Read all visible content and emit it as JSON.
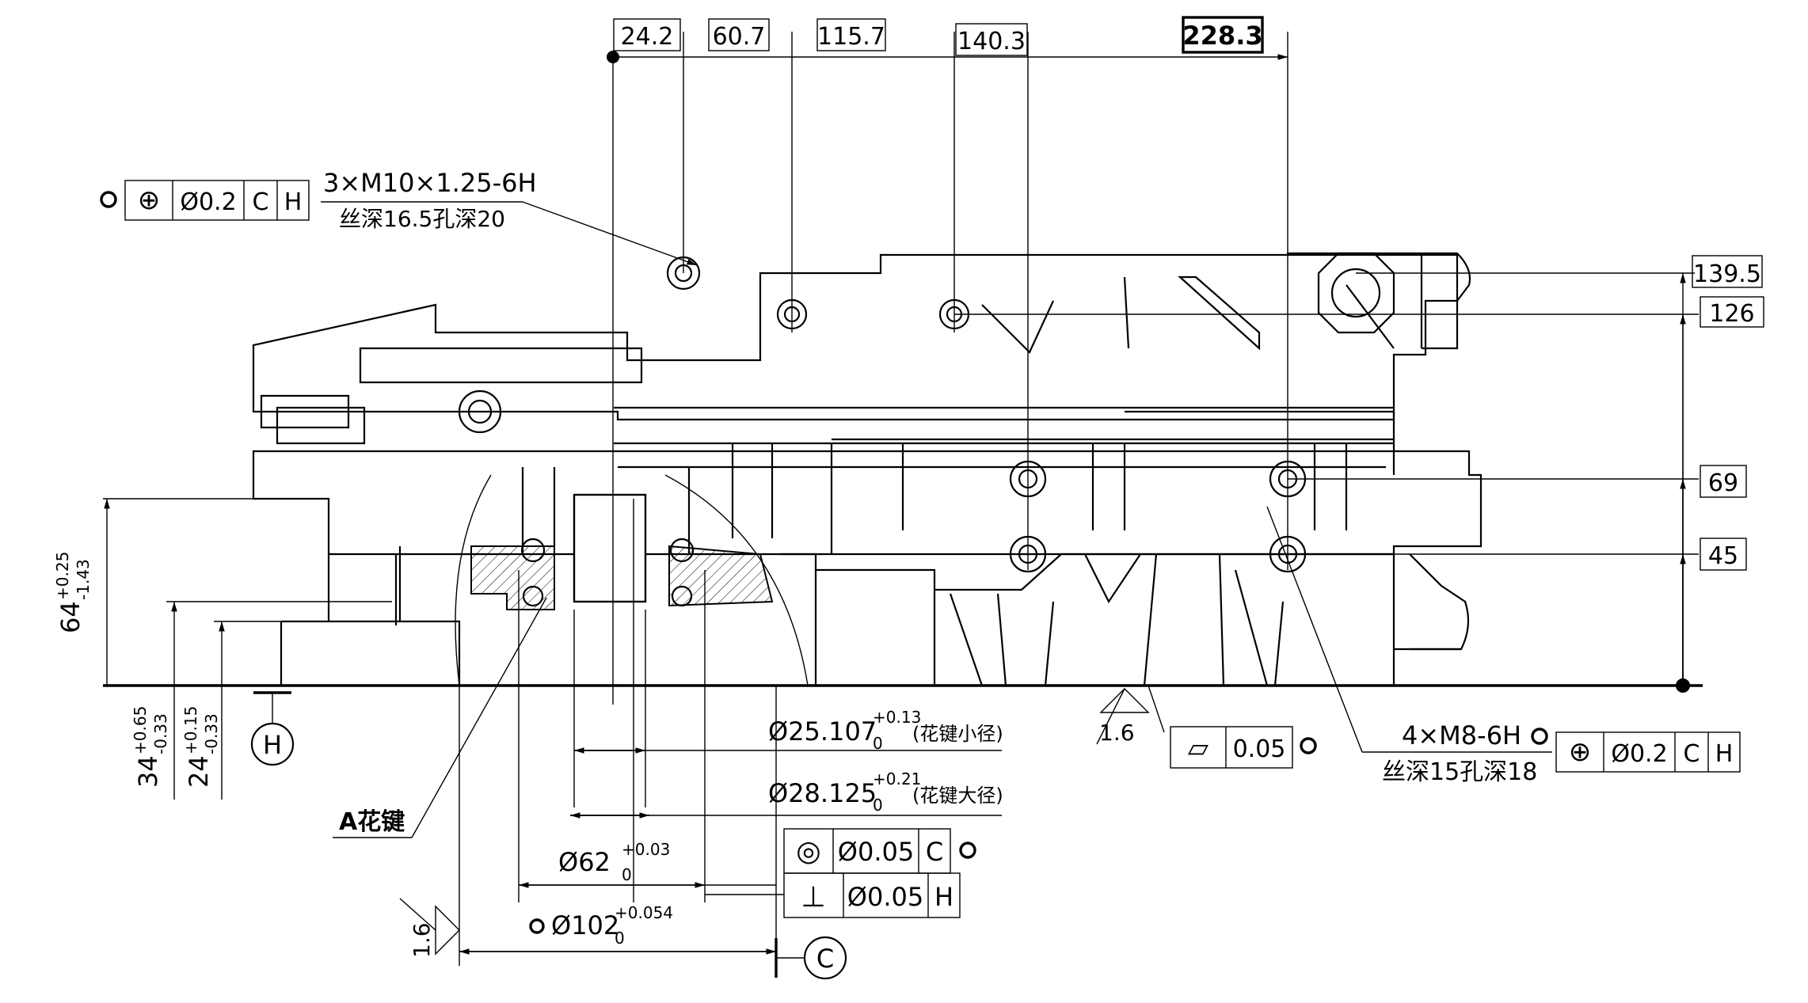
{
  "top_dimensions": [
    "24.2",
    "60.7",
    "115.7",
    "140.3",
    "228.3"
  ],
  "right_dimensions": [
    "139.5",
    "126",
    "69",
    "45"
  ],
  "left_dimensions": {
    "d64": {
      "base": "64",
      "upper": "+0.25",
      "lower": "-1.43"
    },
    "d34": {
      "base": "34",
      "upper": "+0.65",
      "lower": "-0.33"
    },
    "d24": {
      "base": "24",
      "upper": "+0.15",
      "lower": "-0.33"
    }
  },
  "thread_callout_top": {
    "line1": "3×M10×1.25-6H",
    "line2": "丝深16.5孔深20"
  },
  "fcf_top": {
    "symbol": "⊕",
    "tolerance": "Ø0.2",
    "datum1": "C",
    "datum2": "H"
  },
  "thread_callout_right": {
    "line1": "4×M8-6H",
    "line2": "丝深15孔深18"
  },
  "fcf_right": {
    "symbol": "⊕",
    "tolerance": "Ø0.2",
    "datum1": "C",
    "datum2": "H"
  },
  "flatness": {
    "symbol": "▱",
    "tolerance": "0.05"
  },
  "roughness": {
    "right": "1.6",
    "left": "1.6"
  },
  "datum_h": "H",
  "datum_c": "C",
  "spline_label": "A花键",
  "diameters": {
    "d25": {
      "base": "Ø25.107",
      "upper": "+0.13",
      "lower": "0",
      "note": "(花键小径)"
    },
    "d28": {
      "base": "Ø28.125",
      "upper": "+0.21",
      "lower": "0",
      "note": "(花键大径)"
    },
    "d62": {
      "base": "Ø62",
      "upper": "+0.03",
      "lower": "0"
    },
    "d102": {
      "base": "Ø102",
      "upper": "+0.054",
      "lower": "0"
    }
  },
  "fcf_concentricity": {
    "symbol": "◎",
    "tolerance": "Ø0.05",
    "datum": "C"
  },
  "fcf_perpendicularity": {
    "symbol": "⊥",
    "tolerance": "Ø0.05",
    "datum": "H"
  }
}
